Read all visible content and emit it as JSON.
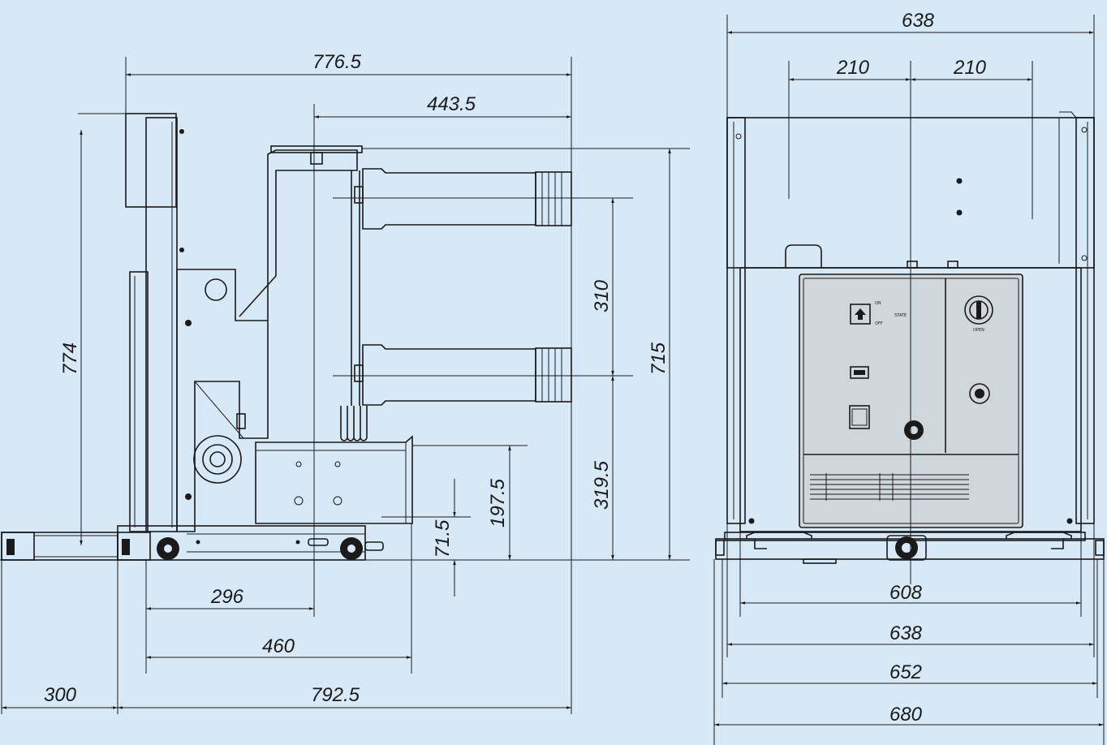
{
  "side_view": {
    "dim_776_5": "776.5",
    "dim_443_5": "443.5",
    "dim_774": "774",
    "dim_310": "310",
    "dim_715": "715",
    "dim_319_5": "319.5",
    "dim_197_5": "197.5",
    "dim_71_5": "71.5",
    "dim_296": "296",
    "dim_460": "460",
    "dim_300": "300",
    "dim_792_5": "792.5"
  },
  "front_view": {
    "dim_638_top": "638",
    "dim_210_left": "210",
    "dim_210_right": "210",
    "dim_608": "608",
    "dim_638_bottom": "638",
    "dim_652": "652",
    "dim_680": "680"
  }
}
